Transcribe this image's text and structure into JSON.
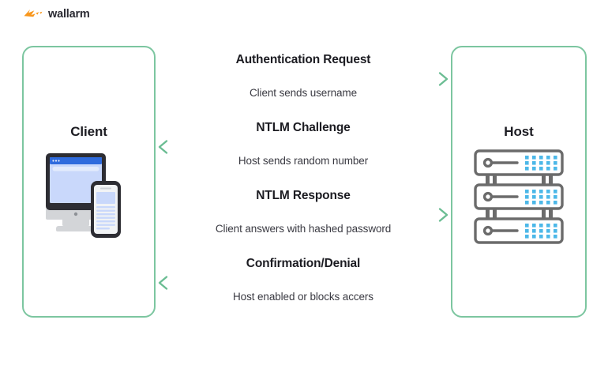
{
  "brand": {
    "name": "wallarm",
    "logo_icon": "wallarm-bolt-icon",
    "logo_color": "#f8971d",
    "text_color": "#2b2b33"
  },
  "theme": {
    "accent_green": "#7cc6a0",
    "arrow_green": "#6bbd93",
    "dot_blue": "#4cb8e8",
    "screen_blue": "#c9d8fb",
    "browser_bar_blue": "#2f6bdd",
    "frame_dark": "#2d2d33",
    "stand_gray": "#d3d5d8",
    "server_gray": "#6b6b6b",
    "background": "#ffffff"
  },
  "diagram": {
    "type": "sequence",
    "title": "NTLM authentication flow",
    "nodes": [
      {
        "id": "client",
        "label": "Client",
        "art": "desktop-and-phone-icon"
      },
      {
        "id": "host",
        "label": "Host",
        "art": "server-rack-icon"
      }
    ],
    "messages": [
      {
        "index": 1,
        "title": "Authentication Request",
        "subtitle": "Client sends username",
        "direction": "client-to-host",
        "arrow_icon": "arrow-right-icon"
      },
      {
        "index": 2,
        "title": "NTLM Challenge",
        "subtitle": "Host sends random number",
        "direction": "host-to-client",
        "arrow_icon": "arrow-left-icon"
      },
      {
        "index": 3,
        "title": "NTLM Response",
        "subtitle": "Client answers with hashed password",
        "direction": "client-to-host",
        "arrow_icon": "arrow-right-icon"
      },
      {
        "index": 4,
        "title": "Confirmation/Denial",
        "subtitle": "Host enabled or blocks accers",
        "direction": "host-to-client",
        "arrow_icon": "arrow-left-icon"
      }
    ]
  }
}
